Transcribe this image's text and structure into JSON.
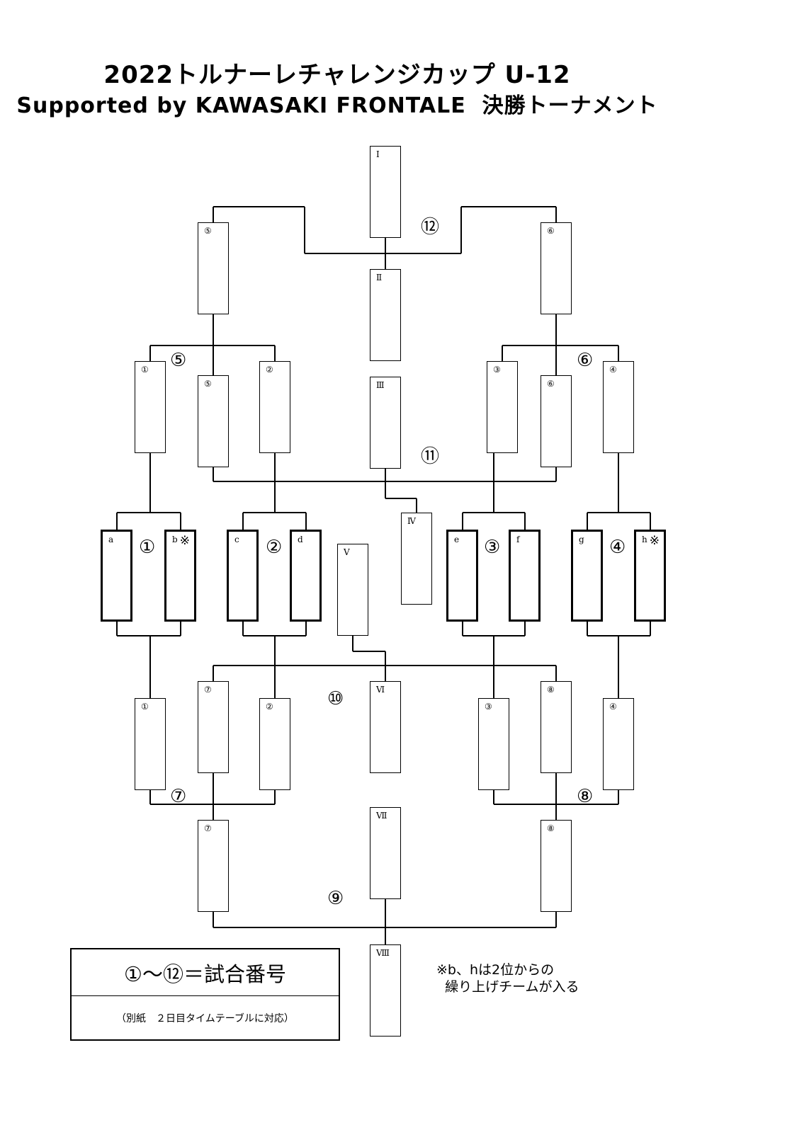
{
  "title": "2022トルナーレチャレンジカップ U-12",
  "subtitle": "Supported by KAWASAKI FRONTALE  決勝トーナメント",
  "slots": {
    "I": "Ⅰ",
    "II": "Ⅱ",
    "III": "Ⅲ",
    "IV": "Ⅳ",
    "V": "Ⅴ",
    "VI": "Ⅵ",
    "VII": "Ⅶ",
    "VIII": "Ⅷ",
    "a": "a",
    "b": "b",
    "c": "c",
    "d": "d",
    "e": "e",
    "f": "f",
    "g": "g",
    "h": "h",
    "c1": "①",
    "c2": "②",
    "c3": "③",
    "c4": "④",
    "c5": "⑤",
    "c6": "⑥",
    "c7": "⑦",
    "c8": "⑧"
  },
  "asterisk": "※",
  "matches": {
    "m1": "①",
    "m2": "②",
    "m3": "③",
    "m4": "④",
    "m5": "⑤",
    "m6": "⑥",
    "m7": "⑦",
    "m8": "⑧",
    "m9": "⑨",
    "m10": "⑩",
    "m11": "⑪",
    "m12": "⑫"
  },
  "legend": {
    "title": "①～⑫＝試合番号",
    "subtitle": "（別紙　２日目タイムテーブルに対応）"
  },
  "note": "※b、hは2位からの\n  繰り上げチームが入る"
}
